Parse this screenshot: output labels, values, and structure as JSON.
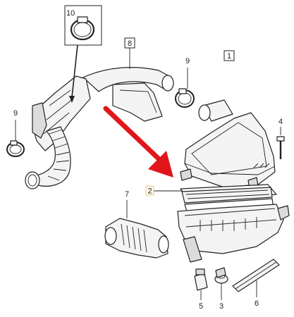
{
  "labels": {
    "part_1": "1",
    "part_2": "2",
    "part_3": "3",
    "part_4": "4",
    "part_5": "5",
    "part_6": "6",
    "part_7": "7",
    "part_8": "8",
    "part_9_right": "9",
    "part_9_left": "9",
    "part_10": "10"
  },
  "colors": {
    "arrow": "#e0161b",
    "highlight_box": "#e8c77a",
    "line": "#222222"
  }
}
